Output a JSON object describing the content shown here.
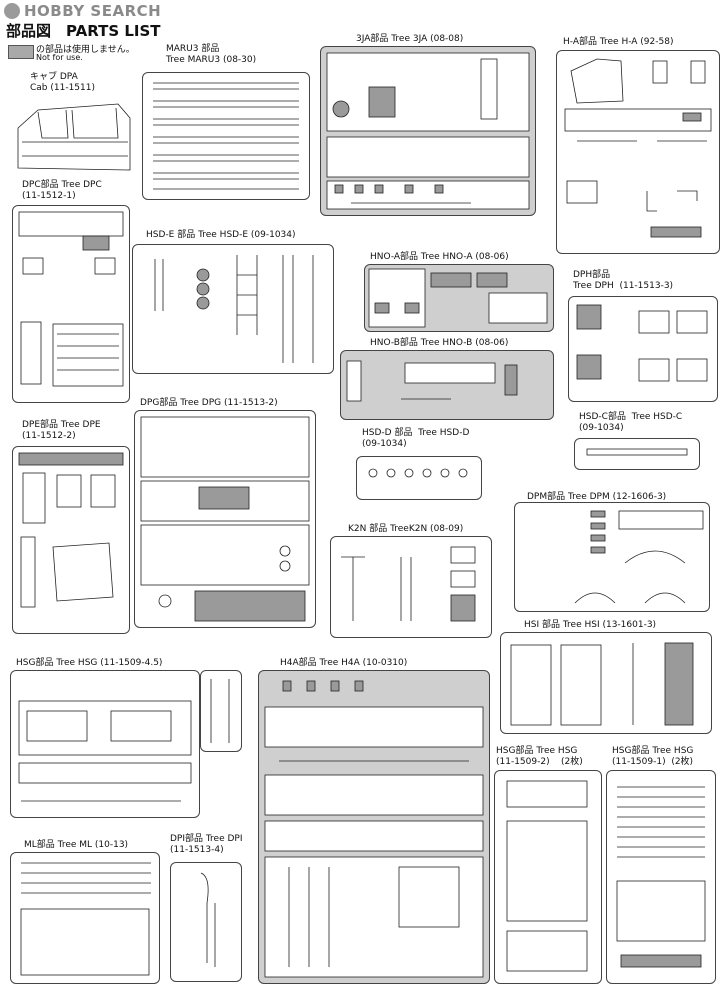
{
  "watermark": "HOBBY SEARCH",
  "header": {
    "title": "部品図　PARTS LIST",
    "legend_jp": "の部品は使用しません。",
    "legend_en": "Not for use."
  },
  "trees": {
    "dpa": "キャブ DPA\nCab (11-1511)",
    "maru3": "MARU3 部品\nTree MARU3 (08-30)",
    "3ja": "3JA部品  Tree 3JA (08-08)",
    "ha": "H-A部品 Tree H-A (92-58)",
    "dpc": "DPC部品 Tree DPC\n(11-1512-1)",
    "hsde": "HSD-E 部品 Tree HSD-E  (09-1034)",
    "hnoa": "HNO-A部品 Tree HNO-A  (08-06)",
    "dph": "DPH部品\nTree DPH  (11-1513-3)",
    "hnob": "HNO-B部品 Tree HNO-B  (08-06)",
    "dpg": "DPG部品 Tree DPG (11-1513-2)",
    "dpe": "DPE部品 Tree DPE\n(11-1512-2)",
    "hsdc": "HSD-C部品  Tree HSD-C\n(09-1034)",
    "hsdd": "HSD-D 部品  Tree HSD-D\n(09-1034)",
    "dpm": "DPM部品 Tree DPM (12-1606-3)",
    "k2n": "K2N 部品 TreeK2N  (08-09)",
    "hsi": "HSI 部品 Tree HSI  (13-1601-3)",
    "hsg1": "HSG部品 Tree HSG (11-1509-4.5)",
    "h4a": "H4A部品 Tree H4A (10-0310)",
    "hsg2": "HSG部品 Tree HSG\n(11-1509-2)    (2枚)",
    "hsg3": "HSG部品 Tree HSG\n(11-1509-1)  (2枚)",
    "ml": "ML部品 Tree ML  (10-13)",
    "dpi": "DPI部品 Tree DPI\n(11-1513-4)"
  }
}
